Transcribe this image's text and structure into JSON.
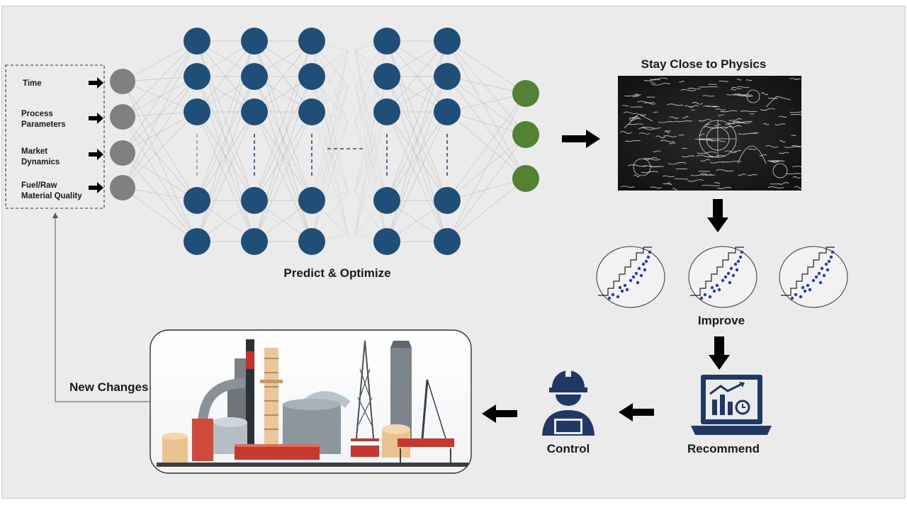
{
  "inputs": {
    "time": "Time",
    "process_parameters": [
      "Process",
      "Parameters"
    ],
    "market_dynamics": [
      "Market",
      "Dynamics"
    ],
    "fuel_material_quality": [
      "Fuel/Raw",
      "Material Quality"
    ]
  },
  "labels": {
    "predict_optimize": "Predict & Optimize",
    "stay_close_to_physics": "Stay Close to Physics",
    "improve": "Improve",
    "recommend": "Recommend",
    "control": "Control",
    "new_changes": "New Changes"
  },
  "colors": {
    "input_node": "#808080",
    "hidden_node": "#1f4e79",
    "output_node": "#548235",
    "arrow": "#000000",
    "blackboard": "#1b1b1b",
    "icon_navy": "#1f3864",
    "dot_blue": "#1f3fb4"
  },
  "icons": {
    "input_arrows": "right-arrow-icon",
    "blackboard": "equations-blackboard-image",
    "scatter_plots": "fitted-scatter-plot-icon",
    "recommend": "laptop-chart-icon",
    "control": "engineer-helmet-icon",
    "plant": "industrial-plant-illustration"
  }
}
